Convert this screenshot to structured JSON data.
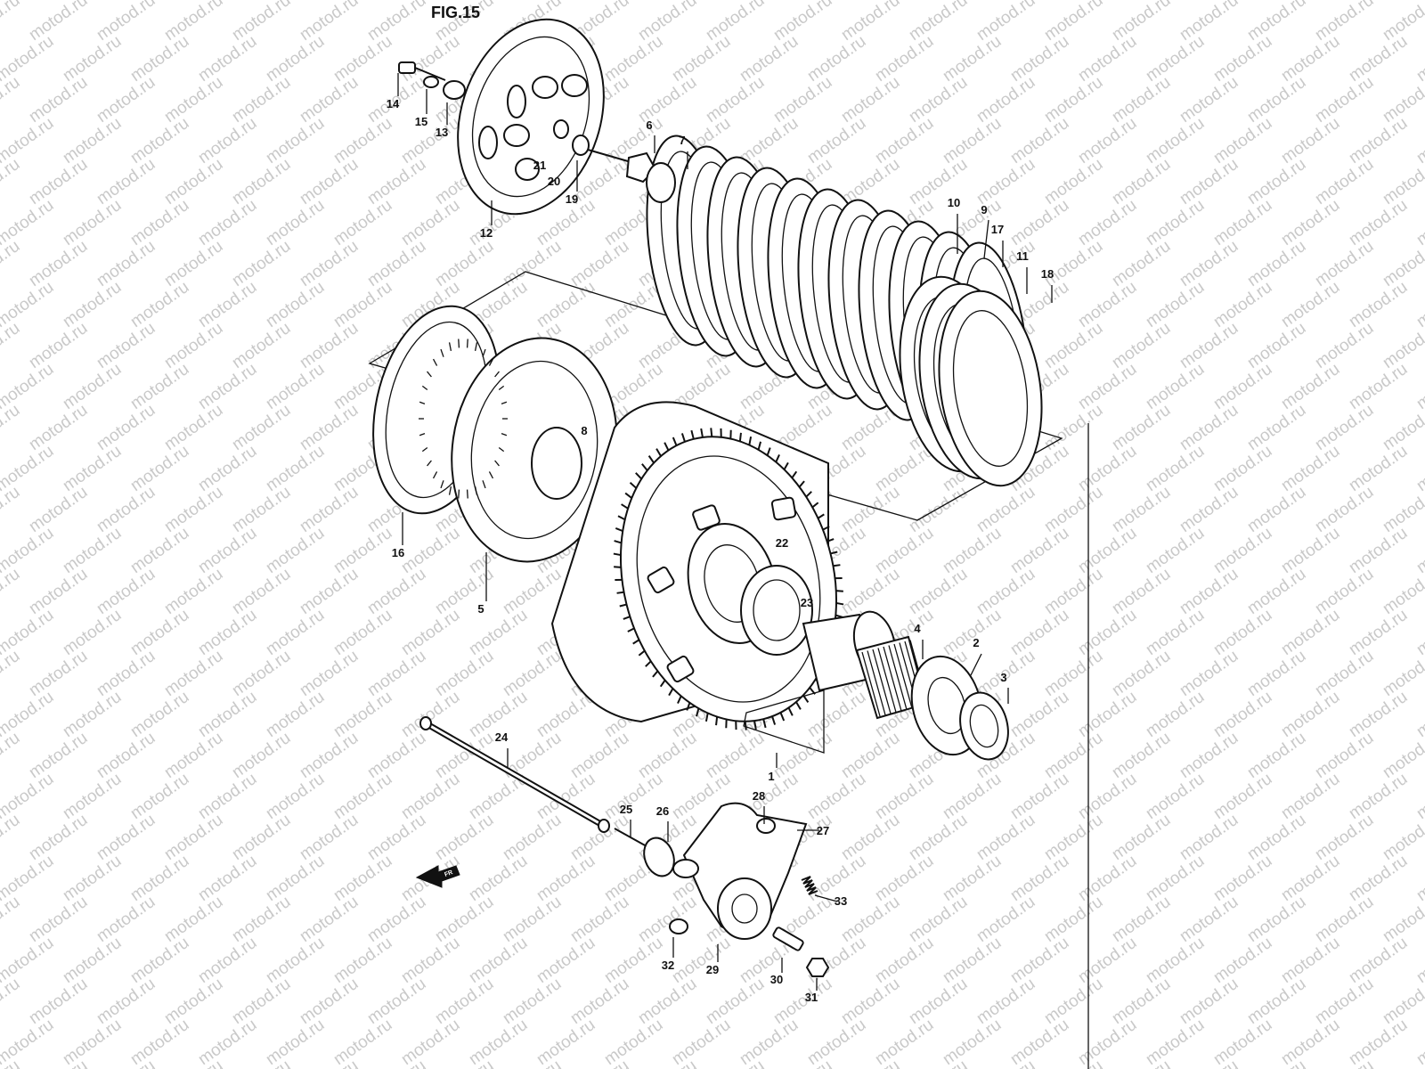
{
  "figure": {
    "title": "FIG.15"
  },
  "watermark": {
    "text": "motod.ru"
  },
  "part_labels": [
    "1",
    "2",
    "3",
    "4",
    "5",
    "6",
    "7",
    "8",
    "9",
    "10",
    "11",
    "12",
    "13",
    "14",
    "15",
    "16",
    "17",
    "18",
    "19",
    "20",
    "21",
    "22",
    "23",
    "24",
    "25",
    "26",
    "27",
    "28",
    "29",
    "30",
    "31",
    "32",
    "33"
  ],
  "front_marker": {
    "icon": "arrow-left-icon",
    "text": "FR"
  }
}
